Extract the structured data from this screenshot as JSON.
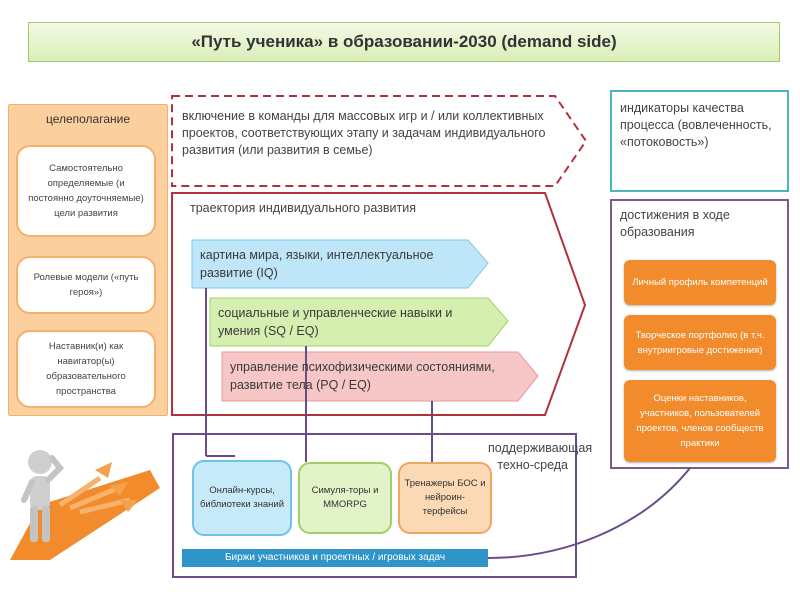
{
  "title": "«Путь ученика» в образовании-2030 (demand side)",
  "goal_setting": {
    "title": "целеполагание",
    "items": [
      "Самостоятельно определяемые (и постоянно доуточняемые) цели развития",
      "Ролевые модели («путь героя»)",
      "Наставник(и) как навигатор(ы) образовательного пространства"
    ]
  },
  "inclusion_text": "включение в команды для массовых игр и / или коллективных проектов, соответствующих этапу и задачам индивидуального развития (или развития в семье)",
  "trajectory": {
    "title": "траектория индивидуального развития",
    "ribbons": [
      {
        "label": "картина мира, языки, интеллектуальное развитие (IQ)",
        "color": "#bfe6f8"
      },
      {
        "label": "социальные и управленческие навыки и умения (SQ / EQ)",
        "color": "#d4efb0"
      },
      {
        "label": "управление психофизическими состояниями, развитие тела (PQ / EQ)",
        "color": "#f7c6c6"
      }
    ]
  },
  "indicators_text": "индикаторы качества процесса (вовлеченность, «потоковость»)",
  "achievements": {
    "title": "достижения в ходе образования",
    "items": [
      "Личный профиль компетенций",
      "Творческое портфолио (в т.ч. внутриигровые достижения)",
      "Оценки наставников, участников, пользователей проектов, членов сообществ практики"
    ]
  },
  "support": {
    "label": "поддерживающая техно-среда",
    "tools": [
      {
        "label": "Онлайн-курсы, библиотеки знаний",
        "color": "#c7eaf8",
        "border": "#6ec3e6"
      },
      {
        "label": "Симуля-торы и MMORPG",
        "color": "#e3f3c8",
        "border": "#9fcf66"
      },
      {
        "label": "Тренажеры БОС и нейроин-терфейсы",
        "color": "#fbd9b5",
        "border": "#f0a65c"
      }
    ],
    "exchange_bar": "Биржи участников и проектных / игровых задач"
  },
  "colors": {
    "trajectory_border": "#b0333a",
    "support_border": "#6b4c8a",
    "indicators_border": "#4fb3bf",
    "achievements_border": "#7a5c8c",
    "goal_panel": "#fbcf9e",
    "achievement_item": "#f28b2c",
    "exchange_bar": "#2f95c8"
  }
}
